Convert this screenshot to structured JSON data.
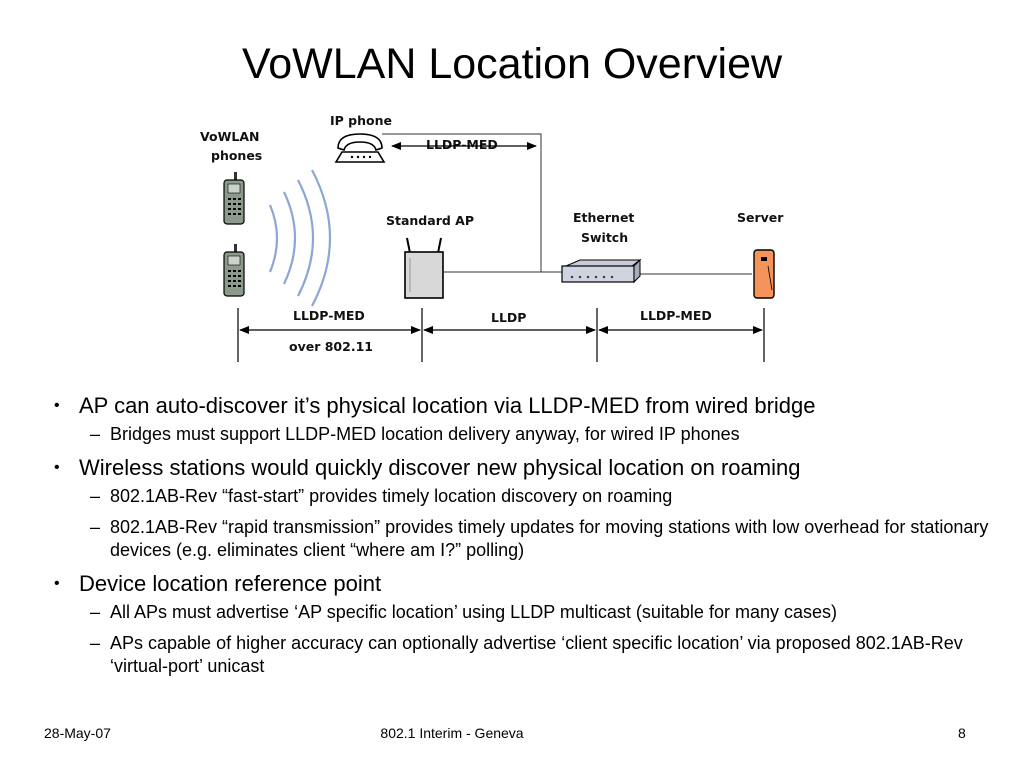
{
  "slide": {
    "title": "VoWLAN Location Overview"
  },
  "diagram": {
    "labels": {
      "vowlan_phones_line1": "VoWLAN",
      "vowlan_phones_line2": "phones",
      "ip_phone": "IP phone",
      "lldp_med_top": "LLDP-MED",
      "standard_ap": "Standard AP",
      "ethernet_switch_line1": "Ethernet",
      "ethernet_switch_line2": "Switch",
      "server": "Server",
      "seg1_line1": "LLDP-MED",
      "seg1_line2": "over 802.11",
      "seg2": "LLDP",
      "seg3": "LLDP-MED"
    },
    "colors": {
      "server": "#f4935a",
      "phone": "#8c9a8c",
      "ap": "#d8d8d8",
      "radio_waves": "#8ea6d6"
    }
  },
  "bullets": [
    {
      "text": "AP can auto-discover it’s physical location via LLDP-MED from wired bridge",
      "subs": [
        "Bridges must support LLDP-MED location delivery anyway, for wired IP phones"
      ]
    },
    {
      "text": "Wireless stations would quickly discover new physical location on roaming",
      "subs": [
        "802.1AB-Rev “fast-start” provides timely location discovery on roaming",
        "802.1AB-Rev “rapid transmission” provides timely updates for moving stations with low overhead for stationary devices (e.g. eliminates client “where am I?” polling)"
      ]
    },
    {
      "text": "Device location reference point",
      "subs": [
        "All APs must advertise ‘AP specific location’ using LLDP multicast (suitable for many cases)",
        "APs capable of higher accuracy can optionally advertise ‘client specific location’ via proposed 802.1AB-Rev ‘virtual-port’ unicast"
      ]
    }
  ],
  "footer": {
    "date": "28-May-07",
    "center": "802.1 Interim - Geneva",
    "page": "8"
  }
}
